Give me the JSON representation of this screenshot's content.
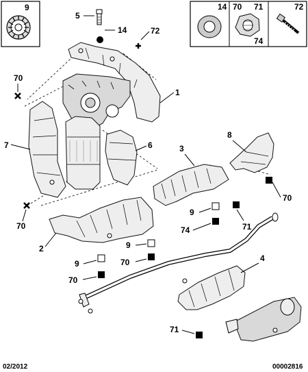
{
  "callouts": {
    "box_9": "9",
    "box_14": "14",
    "box_70": "70",
    "box_71": "71",
    "box_74": "74",
    "box_72": "72",
    "c5": "5",
    "c14": "14",
    "c72": "72",
    "c1": "1",
    "c70_left": "70",
    "c7": "7",
    "c6": "6",
    "c8": "8",
    "c3": "3",
    "c70_mid": "70",
    "c70_right": "70",
    "c9_mid": "9",
    "c74_mid": "74",
    "c71_mid": "71",
    "c2": "2",
    "c9_low": "9",
    "c9_lower": "9",
    "c70_low": "70",
    "c70_lower": "70",
    "c4": "4",
    "c71_bottom": "71"
  },
  "footer": {
    "date": "02/2012",
    "ref": "00002816"
  },
  "colors": {
    "line": "#000000",
    "part_fill": "#eeeeee",
    "background": "#ffffff"
  }
}
